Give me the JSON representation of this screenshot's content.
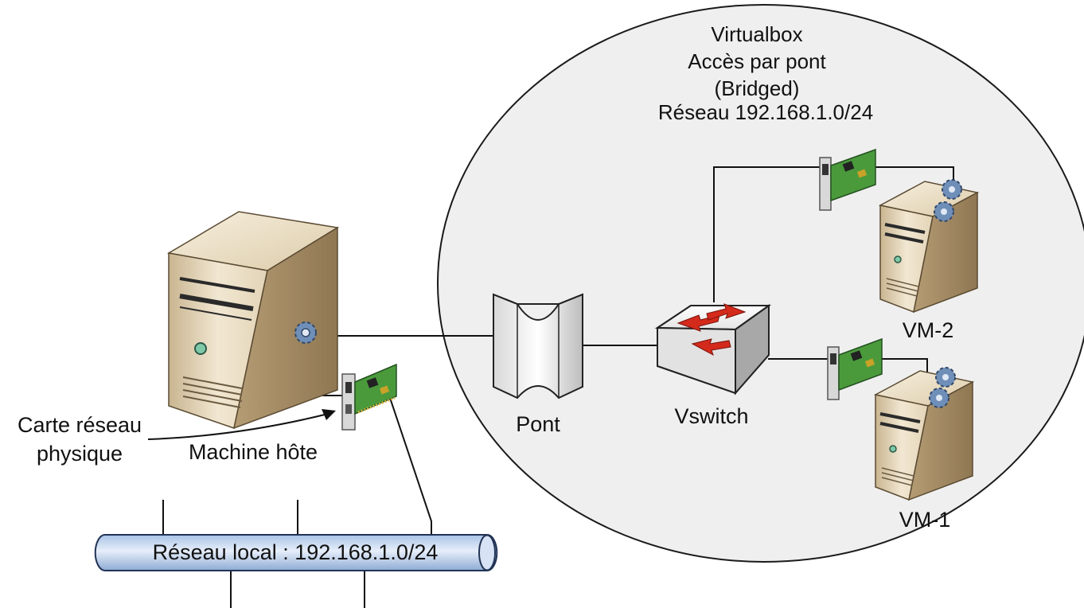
{
  "virtualbox": {
    "title": "Virtualbox",
    "mode": "Accès par pont",
    "mode_en": "(Bridged)",
    "network": "Réseau 192.168.1.0/24"
  },
  "host": {
    "label": "Machine hôte",
    "nic_label_line1": "Carte réseau",
    "nic_label_line2": "physique"
  },
  "bridge": {
    "label": "Pont"
  },
  "vswitch": {
    "label": "Vswitch"
  },
  "vms": [
    {
      "label": "VM-2"
    },
    {
      "label": "VM-1"
    }
  ],
  "lan": {
    "label": "Réseau local : 192.168.1.0/24"
  },
  "colors": {
    "cloud_fill": "#efefef",
    "server_front": "#e8dcc4",
    "server_side": "#b8a27c",
    "nic_board": "#4a9a3c",
    "switch_arrow": "#d42a1c",
    "lan_fill": "#c8daf2",
    "lan_stroke": "#223355"
  }
}
